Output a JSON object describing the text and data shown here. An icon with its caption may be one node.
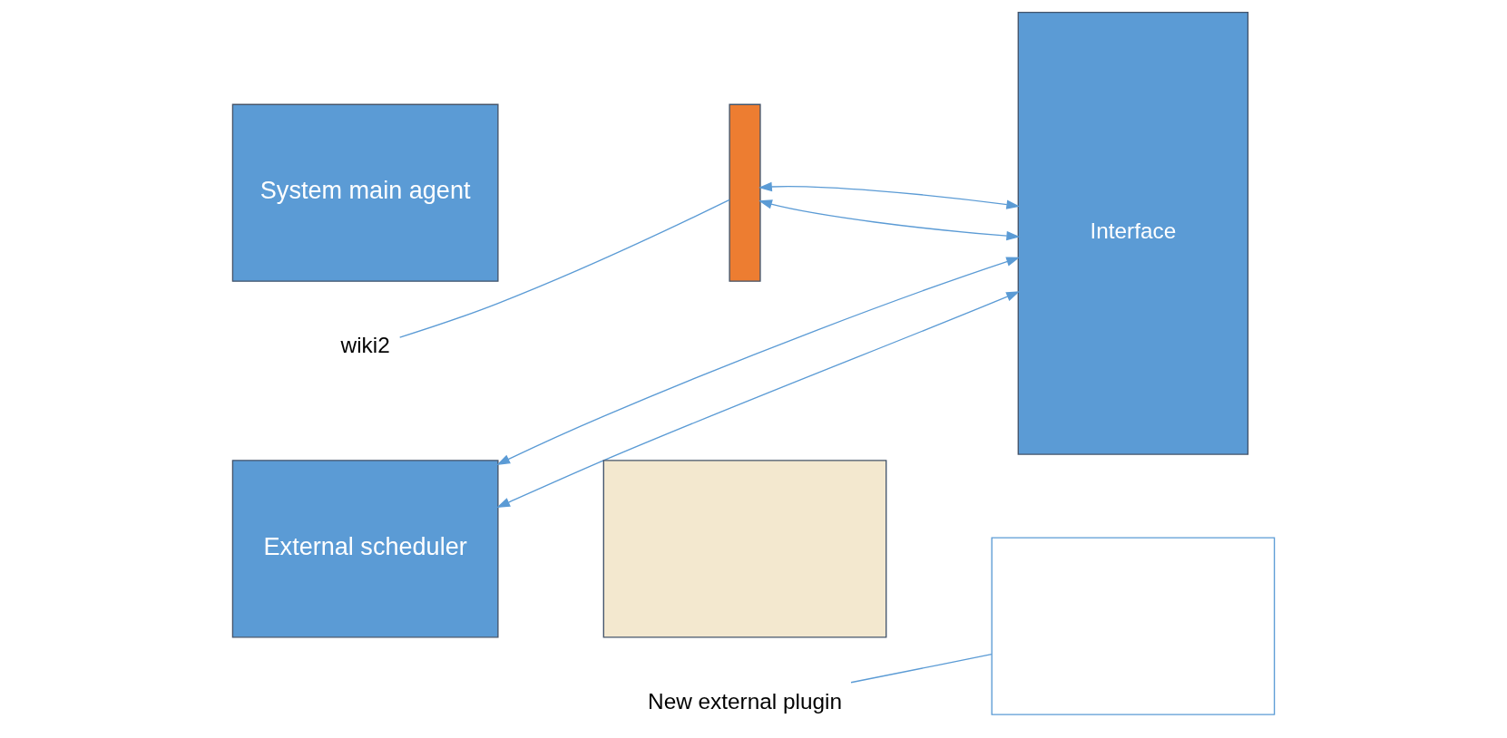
{
  "diagram": {
    "nodes": [
      {
        "text": [
          "System main agent"
        ]
      },
      {
        "text": [],
        "shape": "bar"
      },
      {
        "text": [
          "wiki2"
        ]
      },
      {
        "text": [
          "Interface"
        ]
      },
      {
        "text": [
          "External scheduler"
        ]
      },
      {
        "text": [],
        "shape": "box"
      },
      {
        "text": [
          "New external plugin"
        ]
      },
      {
        "text": [],
        "shape": "box"
      }
    ],
    "edges": [
      {
        "from": 1,
        "to": 3,
        "arrow": "both"
      },
      {
        "from": 1,
        "to": 3,
        "arrow": "both"
      },
      {
        "from": 4,
        "to": 3,
        "arrow": "both"
      },
      {
        "from": 4,
        "to": 3,
        "arrow": "both"
      },
      {
        "from": 2,
        "to": 1,
        "arrow": "none"
      },
      {
        "from": 6,
        "to": 7,
        "arrow": "none"
      }
    ]
  }
}
